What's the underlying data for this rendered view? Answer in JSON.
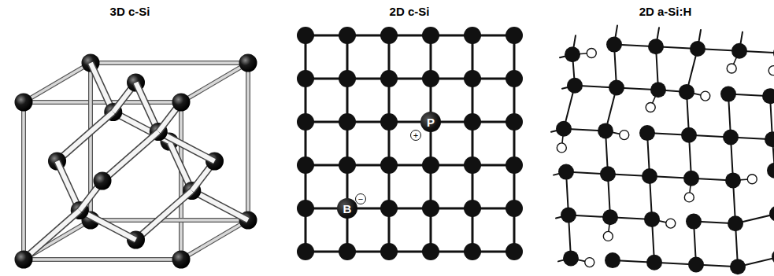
{
  "diagram": {
    "nodes": [
      {
        "text": [
          "P"
        ]
      },
      {
        "text": [
          "+"
        ]
      },
      {
        "text": [
          "B"
        ]
      },
      {
        "text": [
          "−"
        ]
      }
    ],
    "labels": [
      "3D c-Si",
      "2D c-Si",
      "2D a-Si:H"
    ]
  }
}
